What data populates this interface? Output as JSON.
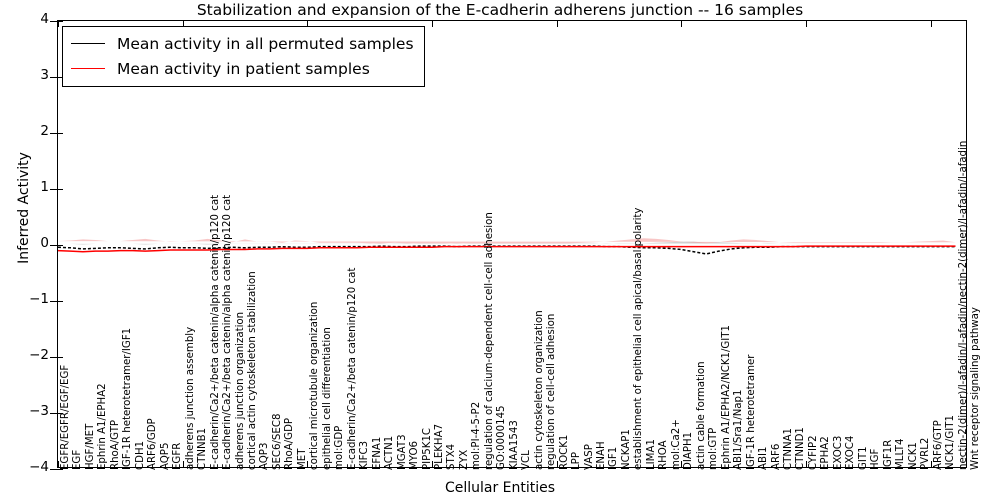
{
  "chart_data": {
    "type": "line",
    "title": "Stabilization and expansion of the E-cadherin adherens junction -- 16 samples",
    "xlabel": "Cellular Entities",
    "ylabel": "Inferred Activity",
    "ylim": [
      -4,
      4
    ],
    "yticks": [
      -4,
      -3,
      -2,
      -1,
      0,
      1,
      2,
      3,
      4
    ],
    "ytick_labels": [
      "-4",
      "-3",
      "-2",
      "-1",
      "0",
      "1",
      "2",
      "3",
      "4"
    ],
    "grid": false,
    "legend_position": "upper left",
    "legend": [
      {
        "name": "Mean activity in all permuted samples",
        "color": "#000000"
      },
      {
        "name": "Mean activity in patient samples",
        "color": "#ff0000"
      }
    ],
    "categories": [
      "EGFR/EGFR/EGF/EGF",
      "EGF",
      "HGF/MET",
      "Ephrin A1/EPHA2",
      "RhoA/GTP",
      "IGF-1R heterotetramer/IGF1",
      "CDH1",
      "ARF6/GDP",
      "AQP5",
      "EGFR",
      "adherens junction assembly",
      "CTNNB1",
      "E-cadherin/Ca2+/beta catenin/alpha catenin/p120 cat",
      "E-cadherin/Ca2+/beta catenin/alpha catenin/p120 cat",
      "adherens junction organization",
      "cortical actin cytoskeleton stabilization",
      "AQP3",
      "SEC6/SEC8",
      "RhoA/GDP",
      "MET",
      "cortical microtubule organization",
      "epithelial cell differentiation",
      "mol:GDP",
      "E-cadherin/Ca2+/beta catenin/p120 cat",
      "KIFC3",
      "EFNA1",
      "ACTN1",
      "MGAT3",
      "MYO6",
      "PIP5K1C",
      "PLEKHA7",
      "STX4",
      "ZYX",
      "mol:PI-4-5-P2",
      "regulation of calcium-dependent cell-cell adhesion",
      "GO:0000145",
      "KIAA1543",
      "VCL",
      "actin cytoskeleton organization",
      "regulation of cell-cell adhesion",
      "ROCK1",
      "LPP",
      "VASP",
      "ENAH",
      "IGF1",
      "NCKAP1",
      "establishment of epithelial cell apical/basal polarity",
      "LIMA1",
      "RHOA",
      "mol:Ca2+",
      "DIAPH1",
      "actin cable formation",
      "mol:GTP",
      "Ephrin A1/EPHA2/NCK1/GIT1",
      "ABI1/Sra1/Nap1",
      "IGF-1R heterotetramer",
      "ABI1",
      "ARF6",
      "CTNNA1",
      "CTNND1",
      "CYFIP2",
      "EPHA2",
      "EXOC3",
      "EXOC4",
      "GIT1",
      "HGF",
      "IGF1R",
      "MLLT4",
      "NCK1",
      "PVRL2",
      "ARF6/GTP",
      "NCK1/GIT1",
      "nectin-2(dimer)/l-afadin/l-afadin/nectin-2(dimer)/l-afadin/l-afadin",
      "Wnt receptor signaling pathway"
    ],
    "series": [
      {
        "name": "Mean activity in all permuted samples",
        "color": "#000000",
        "band_color": "#c8c8c8",
        "values": [
          -0.04,
          -0.05,
          -0.07,
          -0.06,
          -0.05,
          -0.05,
          -0.06,
          -0.07,
          -0.05,
          -0.04,
          -0.05,
          -0.05,
          -0.06,
          -0.05,
          -0.04,
          -0.05,
          -0.04,
          -0.04,
          -0.03,
          -0.04,
          -0.04,
          -0.03,
          -0.03,
          -0.03,
          -0.03,
          -0.03,
          -0.02,
          -0.03,
          -0.03,
          -0.02,
          -0.02,
          -0.02,
          -0.03,
          -0.02,
          -0.02,
          -0.02,
          -0.02,
          -0.02,
          -0.02,
          -0.02,
          -0.02,
          -0.02,
          -0.02,
          -0.02,
          -0.03,
          -0.03,
          -0.04,
          -0.05,
          -0.05,
          -0.06,
          -0.08,
          -0.12,
          -0.16,
          -0.11,
          -0.07,
          -0.05,
          -0.04,
          -0.04,
          -0.03,
          -0.03,
          -0.03,
          -0.03,
          -0.03,
          -0.03,
          -0.03,
          -0.03,
          -0.03,
          -0.03,
          -0.03,
          -0.03,
          -0.03,
          -0.03,
          -0.03
        ],
        "band_lower": [
          -0.1,
          -0.12,
          -0.15,
          -0.14,
          -0.12,
          -0.12,
          -0.14,
          -0.15,
          -0.12,
          -0.1,
          -0.12,
          -0.12,
          -0.13,
          -0.12,
          -0.1,
          -0.12,
          -0.1,
          -0.1,
          -0.08,
          -0.1,
          -0.1,
          -0.08,
          -0.08,
          -0.08,
          -0.08,
          -0.08,
          -0.07,
          -0.08,
          -0.08,
          -0.07,
          -0.07,
          -0.07,
          -0.08,
          -0.07,
          -0.07,
          -0.07,
          -0.07,
          -0.07,
          -0.07,
          -0.07,
          -0.07,
          -0.07,
          -0.07,
          -0.07,
          -0.08,
          -0.09,
          -0.11,
          -0.13,
          -0.14,
          -0.17,
          -0.22,
          -0.3,
          -0.36,
          -0.27,
          -0.18,
          -0.13,
          -0.11,
          -0.1,
          -0.09,
          -0.09,
          -0.09,
          -0.09,
          -0.09,
          -0.09,
          -0.09,
          -0.09,
          -0.09,
          -0.09,
          -0.09,
          -0.09,
          -0.09,
          -0.09,
          -0.09
        ],
        "band_upper": [
          0.02,
          0.02,
          0.01,
          0.02,
          0.02,
          0.02,
          0.02,
          0.01,
          0.02,
          0.02,
          0.02,
          0.02,
          0.01,
          0.02,
          0.02,
          0.02,
          0.02,
          0.02,
          0.02,
          0.02,
          0.02,
          0.02,
          0.02,
          0.02,
          0.02,
          0.02,
          0.03,
          0.02,
          0.02,
          0.03,
          0.03,
          0.03,
          0.02,
          0.03,
          0.03,
          0.03,
          0.03,
          0.03,
          0.03,
          0.03,
          0.03,
          0.03,
          0.03,
          0.03,
          0.02,
          0.03,
          0.03,
          0.03,
          0.04,
          0.05,
          0.06,
          0.06,
          0.04,
          0.05,
          0.04,
          0.03,
          0.03,
          0.02,
          0.03,
          0.03,
          0.03,
          0.03,
          0.03,
          0.03,
          0.03,
          0.03,
          0.03,
          0.03,
          0.03,
          0.03,
          0.03,
          0.03,
          0.03
        ]
      },
      {
        "name": "Mean activity in patient samples",
        "color": "#ff0000",
        "band_color": "#f4a3a3",
        "values": [
          -0.1,
          -0.11,
          -0.12,
          -0.11,
          -0.11,
          -0.1,
          -0.1,
          -0.11,
          -0.1,
          -0.09,
          -0.09,
          -0.09,
          -0.09,
          -0.08,
          -0.08,
          -0.08,
          -0.07,
          -0.07,
          -0.06,
          -0.06,
          -0.06,
          -0.05,
          -0.05,
          -0.05,
          -0.05,
          -0.04,
          -0.04,
          -0.04,
          -0.04,
          -0.04,
          -0.04,
          -0.03,
          -0.03,
          -0.03,
          -0.03,
          -0.03,
          -0.03,
          -0.03,
          -0.03,
          -0.03,
          -0.03,
          -0.03,
          -0.03,
          -0.03,
          -0.03,
          -0.03,
          -0.03,
          -0.03,
          -0.03,
          -0.03,
          -0.03,
          -0.03,
          -0.03,
          -0.03,
          -0.03,
          -0.03,
          -0.03,
          -0.03,
          -0.03,
          -0.03,
          -0.02,
          -0.02,
          -0.02,
          -0.02,
          -0.02,
          -0.02,
          -0.02,
          -0.02,
          -0.02,
          -0.02,
          -0.02,
          -0.02,
          -0.02
        ],
        "band_lower": [
          -0.28,
          -0.3,
          -0.34,
          -0.31,
          -0.29,
          -0.27,
          -0.3,
          -0.33,
          -0.28,
          -0.24,
          -0.26,
          -0.27,
          -0.3,
          -0.26,
          -0.22,
          -0.28,
          -0.23,
          -0.22,
          -0.18,
          -0.24,
          -0.22,
          -0.17,
          -0.17,
          -0.17,
          -0.16,
          -0.14,
          -0.13,
          -0.15,
          -0.14,
          -0.13,
          -0.12,
          -0.11,
          -0.12,
          -0.11,
          -0.1,
          -0.1,
          -0.1,
          -0.1,
          -0.1,
          -0.1,
          -0.1,
          -0.1,
          -0.11,
          -0.12,
          -0.14,
          -0.16,
          -0.19,
          -0.21,
          -0.2,
          -0.17,
          -0.13,
          -0.1,
          -0.09,
          -0.12,
          -0.16,
          -0.19,
          -0.17,
          -0.14,
          -0.11,
          -0.1,
          -0.09,
          -0.09,
          -0.09,
          -0.09,
          -0.09,
          -0.09,
          -0.09,
          -0.09,
          -0.1,
          -0.11,
          -0.12,
          -0.14,
          -0.1
        ],
        "band_upper": [
          0.07,
          0.08,
          0.1,
          0.09,
          0.07,
          0.07,
          0.09,
          0.11,
          0.08,
          0.06,
          0.07,
          0.08,
          0.11,
          0.08,
          0.05,
          0.1,
          0.06,
          0.06,
          0.04,
          0.08,
          0.07,
          0.04,
          0.04,
          0.04,
          0.04,
          0.03,
          0.03,
          0.04,
          0.03,
          0.03,
          0.03,
          0.03,
          0.03,
          0.03,
          0.03,
          0.03,
          0.03,
          0.03,
          0.03,
          0.03,
          0.03,
          0.03,
          0.04,
          0.05,
          0.06,
          0.08,
          0.1,
          0.12,
          0.11,
          0.09,
          0.06,
          0.04,
          0.03,
          0.05,
          0.08,
          0.1,
          0.09,
          0.07,
          0.05,
          0.04,
          0.04,
          0.04,
          0.04,
          0.04,
          0.04,
          0.04,
          0.04,
          0.05,
          0.05,
          0.06,
          0.07,
          0.08,
          0.05
        ]
      }
    ]
  }
}
